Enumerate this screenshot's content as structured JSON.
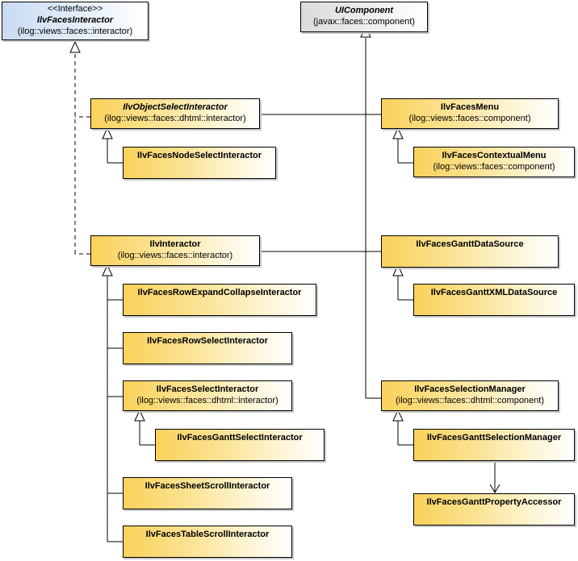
{
  "nodes": {
    "ilv_faces_interactor": {
      "stereotype": "<<Interface>>",
      "name": "IlvFacesInteractor",
      "package": "(ilog::views::faces::interactor)"
    },
    "ui_component": {
      "name": "UIComponent",
      "package": "(javax::faces::component)"
    },
    "ilv_object_select_interactor": {
      "name": "IlvObjectSelectInteractor",
      "package": "(ilog::views::faces::dhtml::interactor)"
    },
    "ilv_faces_node_select_interactor": {
      "name": "IlvFacesNodeSelectInteractor"
    },
    "ilv_faces_menu": {
      "name": "IlvFacesMenu",
      "package": "(ilog::views::faces::component)"
    },
    "ilv_faces_contextual_menu": {
      "name": "IlvFacesContextualMenu",
      "package": "(ilog::views::faces::component)"
    },
    "ilv_interactor": {
      "name": "IlvInteractor",
      "package": "(ilog::views::faces::interactor)"
    },
    "ilv_faces_gantt_data_source": {
      "name": "IlvFacesGanttDataSource"
    },
    "ilv_faces_gantt_xml_data_source": {
      "name": "IlvFacesGanttXMLDataSource"
    },
    "ilv_faces_row_expand_collapse_interactor": {
      "name": "IlvFacesRowExpandCollapseInteractor"
    },
    "ilv_faces_row_select_interactor": {
      "name": "IlvFacesRowSelectInteractor"
    },
    "ilv_faces_select_interactor": {
      "name": "IlvFacesSelectInteractor",
      "package": "(ilog::views::faces::dhtml::interactor)"
    },
    "ilv_faces_gantt_select_interactor": {
      "name": "IlvFacesGanttSelectInteractor"
    },
    "ilv_faces_sheet_scroll_interactor": {
      "name": "IlvFacesSheetScrollInteractor"
    },
    "ilv_faces_table_scroll_interactor": {
      "name": "IlvFacesTableScrollInteractor"
    },
    "ilv_faces_selection_manager": {
      "name": "IlvFacesSelectionManager",
      "package": "(ilog::views::faces::dhtml::component)"
    },
    "ilv_faces_gantt_selection_manager": {
      "name": "IlvFacesGanttSelectionManager"
    },
    "ilv_faces_gantt_property_accessor": {
      "name": "IlvFacesGanttPropertyAccessor"
    }
  },
  "colors": {
    "class_fill": "#fad25b",
    "interface_fill": "#c9dcf3",
    "external_fill": "#dcdcdc",
    "line": "#000000"
  }
}
